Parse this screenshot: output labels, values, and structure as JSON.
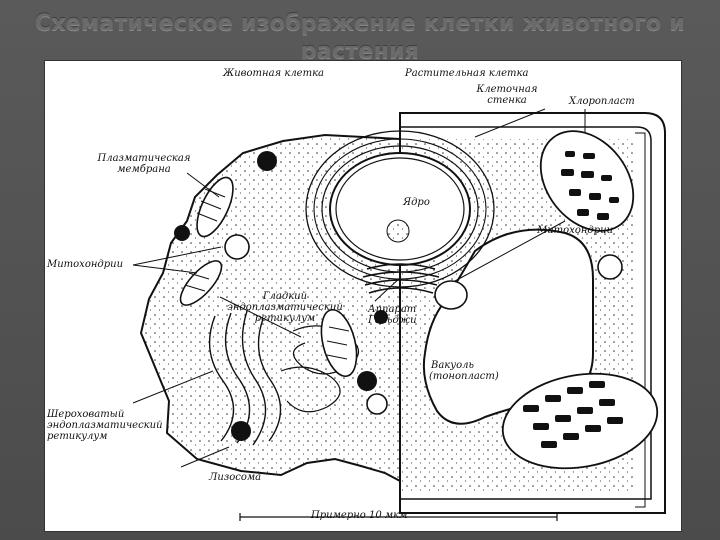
{
  "title": "Схематическое изображение клетки животного и растения",
  "labels": {
    "animal_cell": "Животная клетка",
    "plant_cell": "Растительная клетка",
    "cell_wall_1": "Клеточная",
    "cell_wall_2": "стенка",
    "chloroplast": "Хлоропласт",
    "plasma_membrane_1": "Плазматическая",
    "plasma_membrane_2": "мембрана",
    "nucleus": "Ядро",
    "mitochondria_left": "Митохондрии",
    "mitochondria_right": "Митохондрии",
    "smooth_er_1": "Гладкий",
    "smooth_er_2": "эндоплазматический",
    "smooth_er_3": "ретикулум",
    "golgi_1": "Аппарат",
    "golgi_2": "Гольджи",
    "vacuole_1": "Вакуоль",
    "vacuole_2": "(тонопласт)",
    "rough_er_1": "Шероховатый",
    "rough_er_2": "эндоплазматический",
    "rough_er_3": "ретикулум",
    "lysosome": "Лизосома",
    "scale": "Примерно 10 мкм"
  },
  "colors": {
    "ink": "#111111",
    "paper": "#ffffff",
    "frame": "#4f4f4f"
  }
}
